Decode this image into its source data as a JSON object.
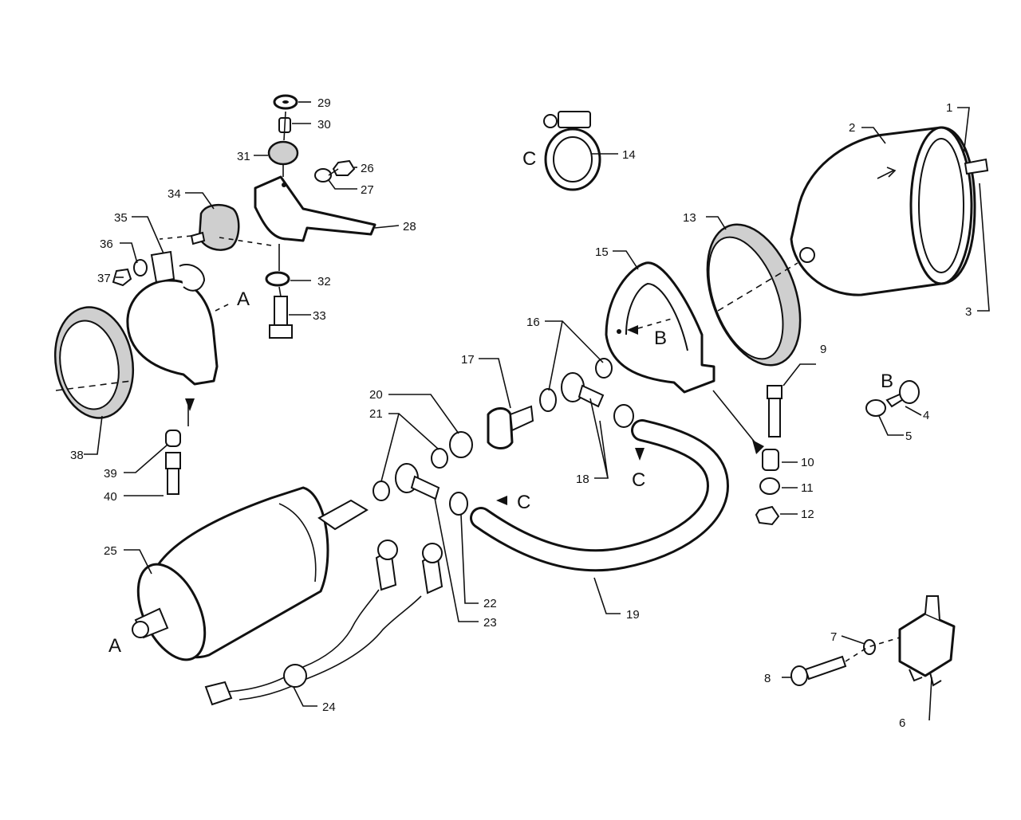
{
  "diagram": {
    "background": "#ffffff",
    "ink": "#111111",
    "part_numbers": [
      "1",
      "2",
      "3",
      "4",
      "5",
      "6",
      "7",
      "8",
      "9",
      "10",
      "11",
      "12",
      "13",
      "14",
      "15",
      "16",
      "17",
      "18",
      "19",
      "20",
      "21",
      "22",
      "23",
      "24",
      "25",
      "26",
      "27",
      "28",
      "29",
      "30",
      "31",
      "32",
      "33",
      "34",
      "35",
      "36",
      "37",
      "38",
      "39",
      "40"
    ],
    "reference_letters": {
      "a_left_clamp": "A",
      "a_pump": "A",
      "b_clamp": "B",
      "b_bolt": "B",
      "c_clip": "C",
      "c_hose_upper": "C",
      "c_hose_lower": "C"
    }
  }
}
